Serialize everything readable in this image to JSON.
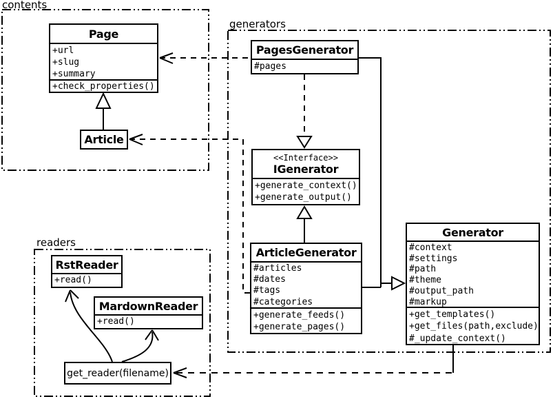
{
  "packages": {
    "contents": {
      "label": "contents"
    },
    "generators": {
      "label": "generators"
    },
    "readers": {
      "label": "readers"
    }
  },
  "classes": {
    "page": {
      "title": "Page",
      "attributes": [
        "+url",
        "+slug",
        "+summary"
      ],
      "methods": [
        "+check_properties()"
      ]
    },
    "article": {
      "title": "Article"
    },
    "pages_generator": {
      "title": "PagesGenerator",
      "attributes": [
        "#pages"
      ]
    },
    "igenerator": {
      "stereotype": "<<Interface>>",
      "title": "IGenerator",
      "methods": [
        "+generate_context()",
        "+generate_output()"
      ]
    },
    "article_generator": {
      "title": "ArticleGenerator",
      "attributes": [
        "#articles",
        "#dates",
        "#tags",
        "#categories"
      ],
      "methods": [
        "+generate_feeds()",
        "+generate_pages()"
      ]
    },
    "generator": {
      "title": "Generator",
      "attributes": [
        "#context",
        "#settings",
        "#path",
        "#theme",
        "#output_path",
        "#markup"
      ],
      "methods": [
        "+get_templates()",
        "+get_files(path,exclude)",
        "#_update_context()"
      ]
    },
    "rst_reader": {
      "title": "RstReader",
      "methods": [
        "+read()"
      ]
    },
    "mardown_reader": {
      "title": "MardownReader",
      "methods": [
        "+read()"
      ]
    },
    "get_reader": {
      "title": "get_reader(filename)"
    }
  },
  "relationships": [
    {
      "from": "Article",
      "to": "Page",
      "type": "generalization"
    },
    {
      "from": "PagesGenerator",
      "to": "Page",
      "type": "dependency"
    },
    {
      "from": "ArticleGenerator",
      "to": "Article",
      "type": "dependency"
    },
    {
      "from": "PagesGenerator",
      "to": "IGenerator",
      "type": "realization"
    },
    {
      "from": "ArticleGenerator",
      "to": "IGenerator",
      "type": "generalization"
    },
    {
      "from": "PagesGenerator",
      "to": "Generator",
      "type": "generalization"
    },
    {
      "from": "ArticleGenerator",
      "to": "Generator",
      "type": "generalization"
    },
    {
      "from": "Generator",
      "to": "get_reader(filename)",
      "type": "dependency"
    },
    {
      "from": "get_reader(filename)",
      "to": "RstReader",
      "type": "arrow"
    },
    {
      "from": "get_reader(filename)",
      "to": "MardownReader",
      "type": "arrow"
    }
  ],
  "colors": {
    "line": "#000000",
    "background": "#ffffff",
    "box_fill": "#ffffff"
  }
}
